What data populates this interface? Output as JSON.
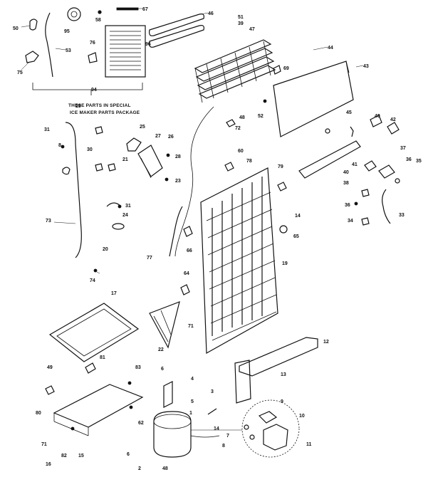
{
  "diagram": {
    "note_line1": "THESE PARTS IN SPECIAL",
    "note_line2": "ICE MAKER PARTS PACKAGE",
    "labels": {
      "l50": "50",
      "l95": "95",
      "l58": "58",
      "l67": "67",
      "l46": "46",
      "l53": "53",
      "l76": "76",
      "l96": "96",
      "l75": "75",
      "l94": "94",
      "l51": "51",
      "l39": "39",
      "l47": "47",
      "l44": "44",
      "l69": "69",
      "l43": "43",
      "l52": "52",
      "l48": "48",
      "l72a": "72",
      "l45": "45",
      "l40": "40",
      "l42": "42",
      "l29": "29",
      "l31a": "31",
      "l8": "8",
      "l30": "30",
      "l25": "25",
      "l21": "21",
      "l27": "27",
      "l26": "26",
      "l28": "28",
      "l23": "23",
      "l60": "60",
      "l78": "78",
      "l79": "79",
      "l14a": "14",
      "l37": "37",
      "l41": "41",
      "l40b": "40",
      "l36": "36",
      "l35": "35",
      "l38": "38",
      "l36b": "36",
      "l33": "33",
      "l34": "34",
      "l31b": "31",
      "l24": "24",
      "l20": "20",
      "l73": "73",
      "l77": "77",
      "l65": "65",
      "l66": "66",
      "l19": "19",
      "l74": "74",
      "l17": "17",
      "l64": "64",
      "l22": "22",
      "l71a": "71",
      "l12": "12",
      "l81": "81",
      "l13": "13",
      "l49": "49",
      "l83": "83",
      "l6": "6",
      "l4": "4",
      "l3": "3",
      "l5": "5",
      "l80": "80",
      "l62": "62",
      "l71b": "71",
      "l16": "16",
      "l15": "15",
      "l82": "82",
      "l1": "1",
      "l14b": "14",
      "l9": "9",
      "l10": "10",
      "l7": "7",
      "l8b": "8",
      "l11": "11",
      "l6b": "6",
      "l2": "2",
      "l48b": "48"
    }
  }
}
